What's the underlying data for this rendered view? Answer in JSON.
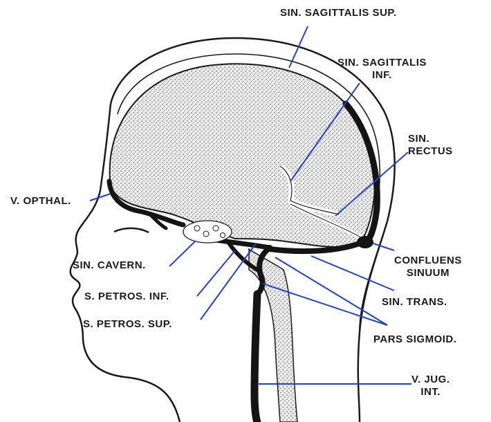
{
  "labels": {
    "sin_sagittalis_sup": "SIN. SAGITTALIS SUP.",
    "sin_sagittalis_inf_1": "SIN. SAGITTALIS",
    "sin_sagittalis_inf_2": "INF.",
    "sin_rectus_1": "SIN.",
    "sin_rectus_2": "RECTUS",
    "v_opthal": "V. OPTHAL.",
    "sin_cavern": "SIN. CAVERN.",
    "s_petros_inf": "S. PETROS. INF.",
    "s_petros_sup": "S. PETROS. SUP.",
    "confluens_sinuum_1": "CONFLUENS",
    "confluens_sinuum_2": "SINUUM",
    "sin_trans": "SIN. TRANS.",
    "pars_sigmoid": "PARS SIGMOID.",
    "v_jug_int_1": "V. JUG.",
    "v_jug_int_2": "INT."
  },
  "colors": {
    "leader_line": "#1f3fd6",
    "sinus": "#141414",
    "brain_fill": "#e9e9e9",
    "outline": "#1a1a1a"
  }
}
